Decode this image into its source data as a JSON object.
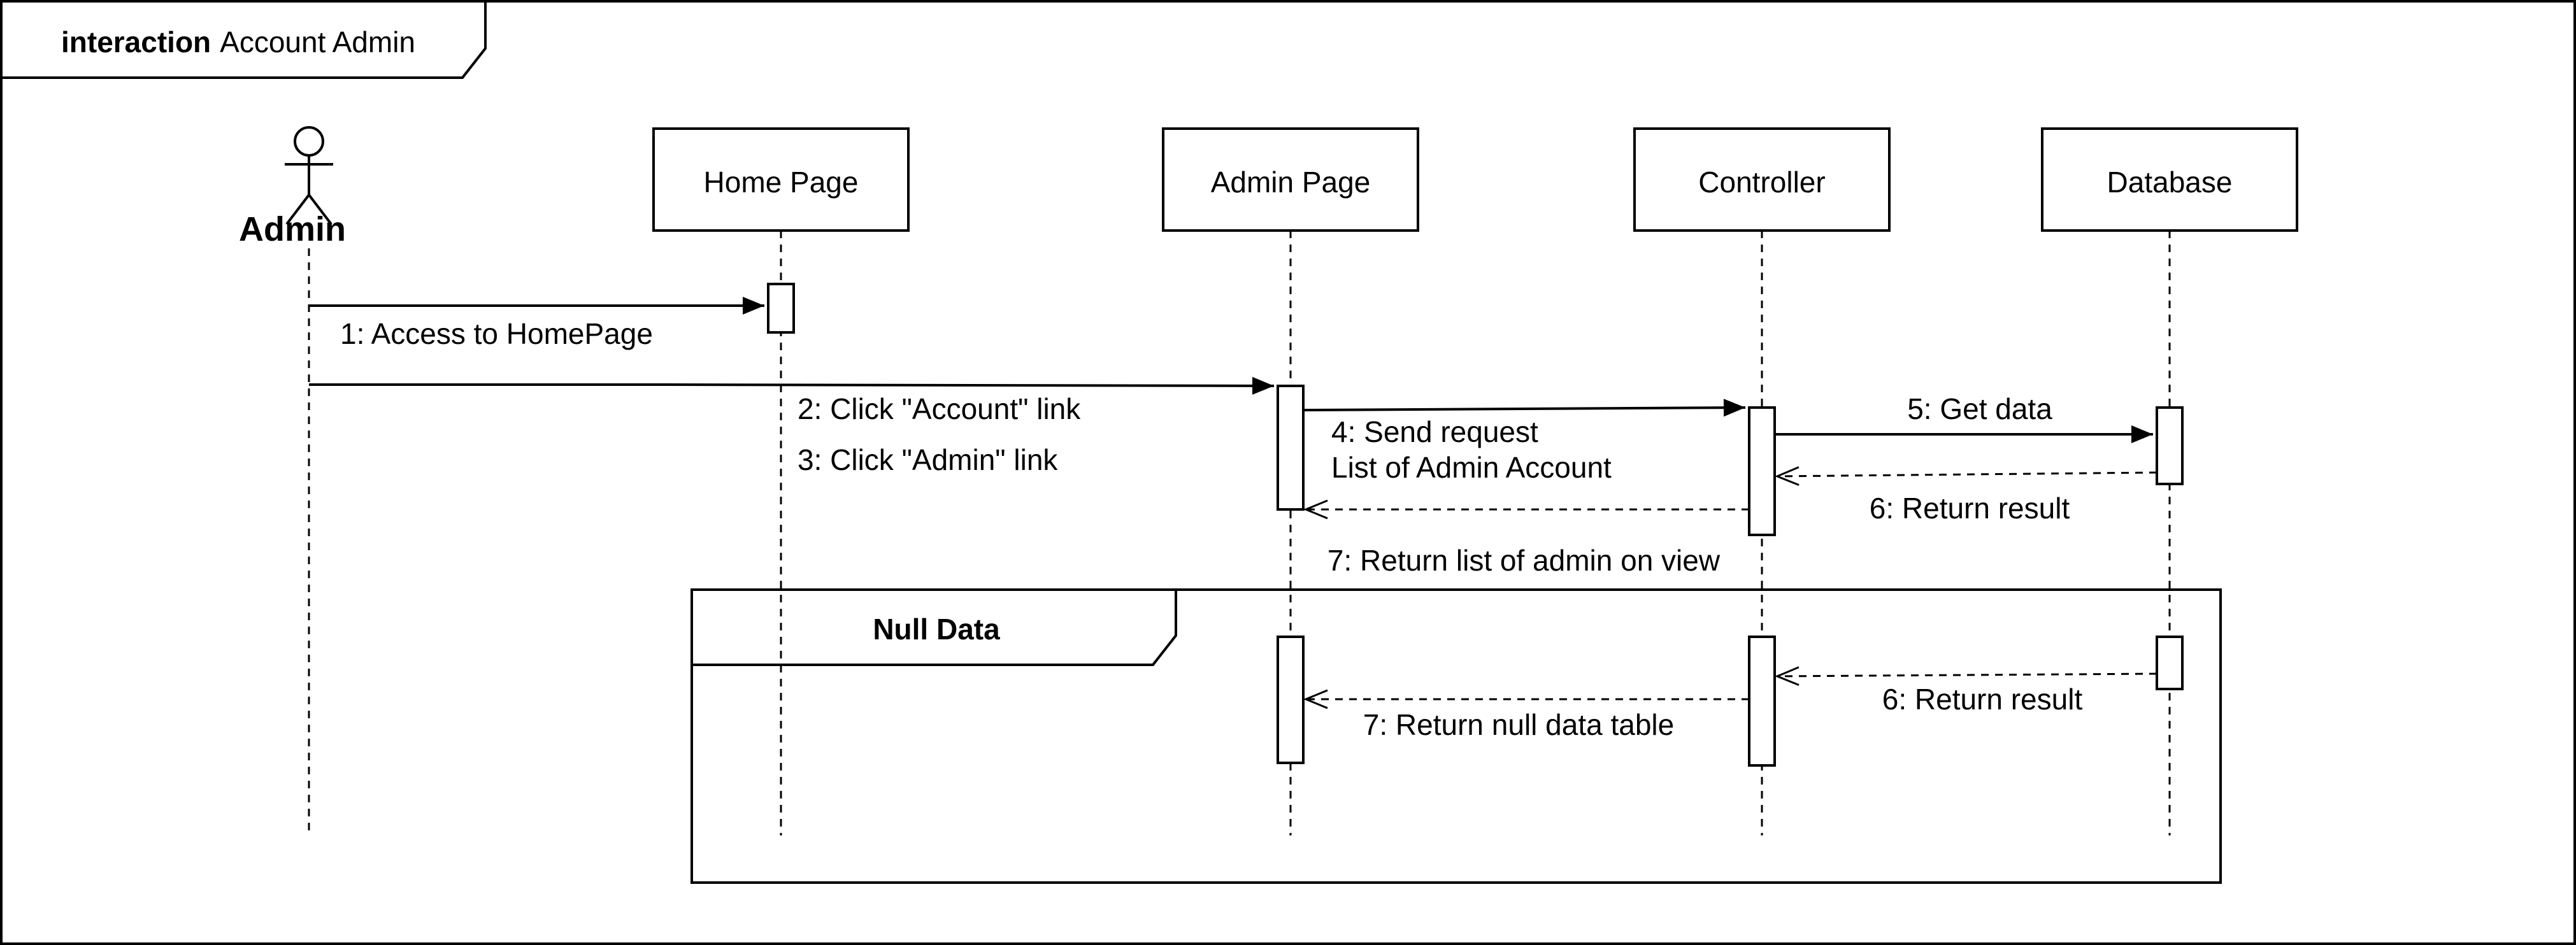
{
  "frame": {
    "keyword": "interaction",
    "name": "Account Admin"
  },
  "actor": {
    "name": "Admin"
  },
  "lifelines": {
    "home": "Home Page",
    "admin_page": "Admin Page",
    "controller": "Controller",
    "database": "Database"
  },
  "messages": {
    "m1": "1: Access to HomePage",
    "m2": "2: Click \"Account\" link",
    "m3": "3: Click \"Admin\" link",
    "m4a": "4: Send request",
    "m4b": "List of Admin Account",
    "m5": "5: Get data",
    "m6": "6: Return result",
    "m7": "7: Return list of admin on view"
  },
  "fragment": {
    "label": "Null Data",
    "m6": "6: Return result",
    "m7": "7: Return null data table"
  }
}
